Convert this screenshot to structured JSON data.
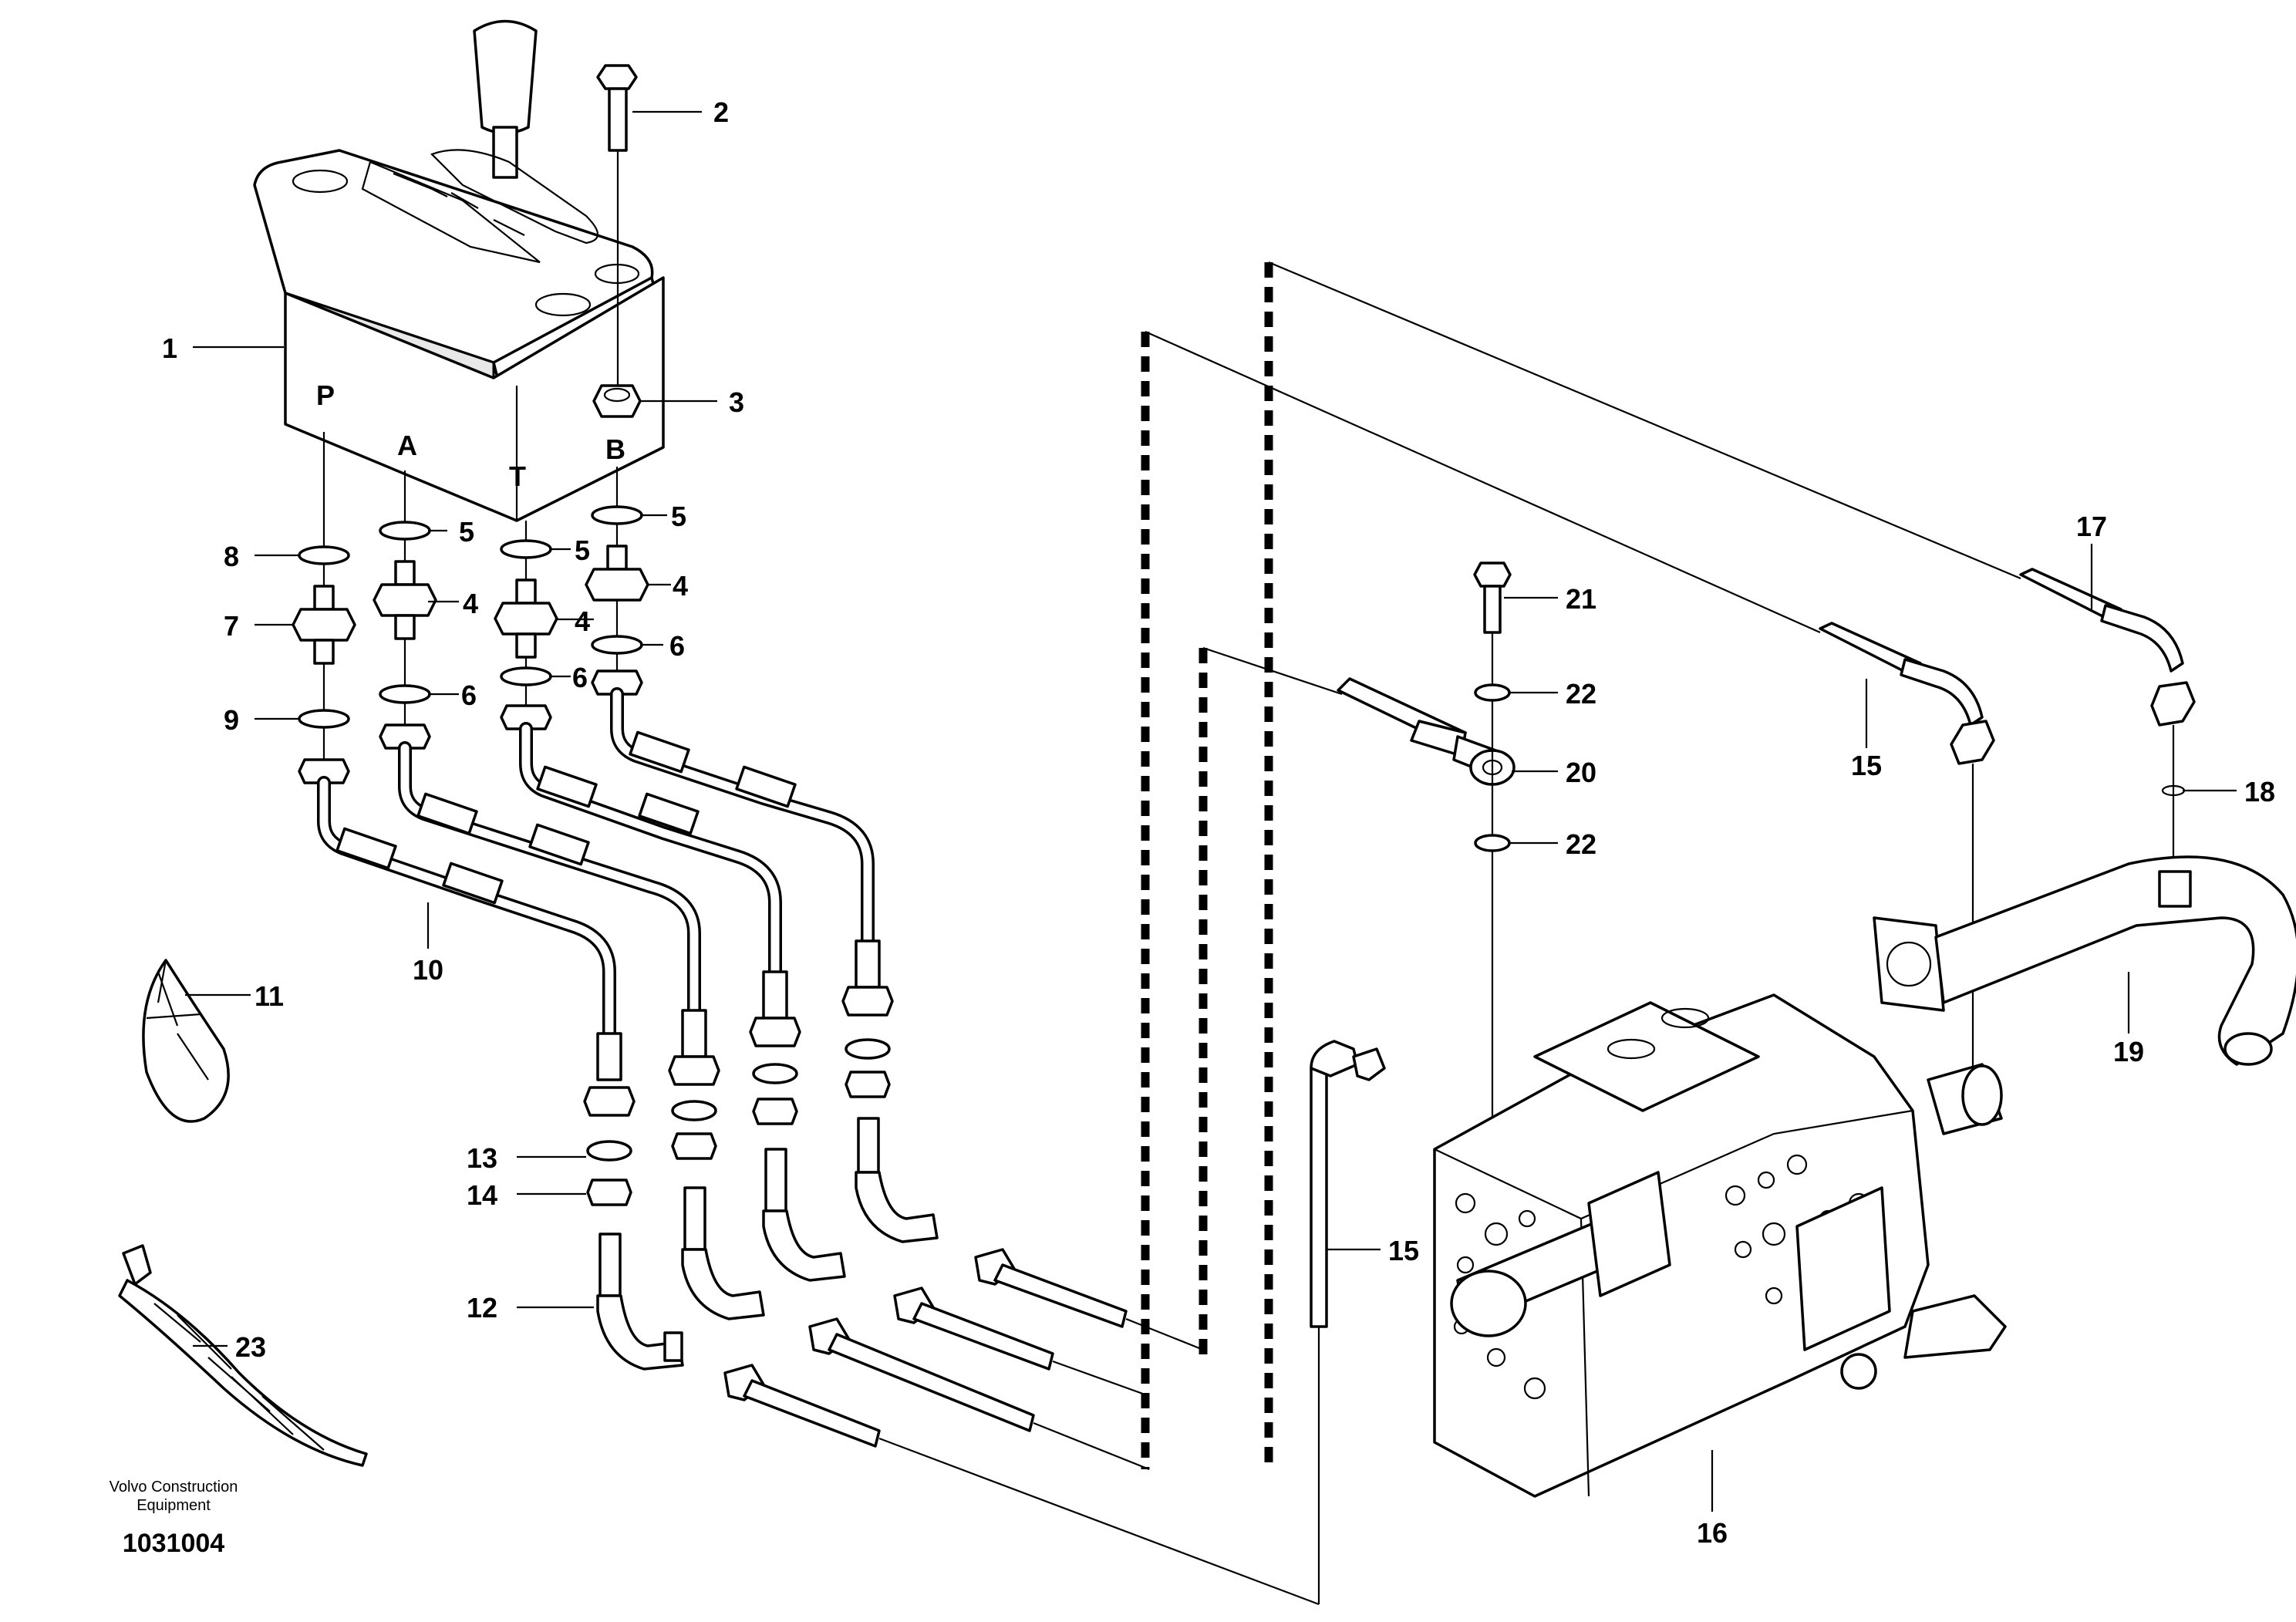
{
  "diagram": {
    "ports": {
      "p": "P",
      "a": "A",
      "t": "T",
      "b": "B"
    },
    "callouts": {
      "c1": "1",
      "c2": "2",
      "c3": "3",
      "c4a": "4",
      "c4b": "4",
      "c4c": "4",
      "c5a": "5",
      "c5b": "5",
      "c5c": "5",
      "c6a": "6",
      "c6b": "6",
      "c6c": "6",
      "c7": "7",
      "c8": "8",
      "c9": "9",
      "c10": "10",
      "c11": "11",
      "c12": "12",
      "c13": "13",
      "c14": "14",
      "c15a": "15",
      "c15b": "15",
      "c16": "16",
      "c17": "17",
      "c18": "18",
      "c19": "19",
      "c20": "20",
      "c21": "21",
      "c22a": "22",
      "c22b": "22",
      "c23": "23"
    },
    "manufacturer_line1": "Volvo Construction",
    "manufacturer_line2": "Equipment",
    "drawing_number": "1031004"
  }
}
